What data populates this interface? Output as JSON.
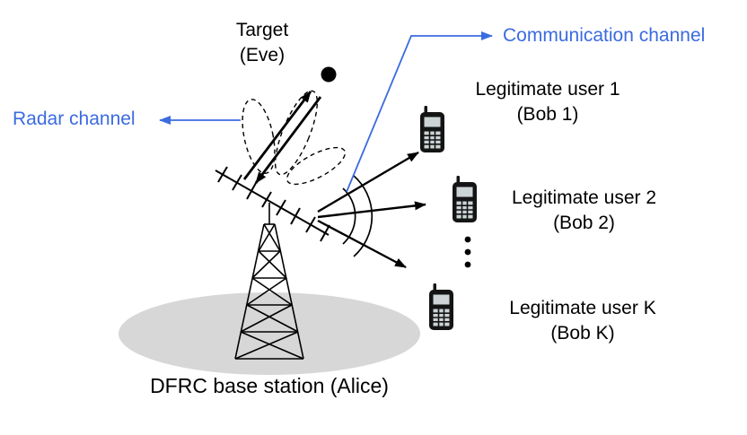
{
  "diagram": {
    "colors": {
      "channel_blue": "#3b6be0",
      "ink": "#000000",
      "ground": "#d7d7d7"
    },
    "target": {
      "line1": "Target",
      "line2": "(Eve)"
    },
    "channels": {
      "radar": "Radar channel",
      "communication": "Communication channel"
    },
    "users": [
      {
        "line1": "Legitimate user 1",
        "line2": "(Bob 1)"
      },
      {
        "line1": "Legitimate user 2",
        "line2": "(Bob 2)"
      },
      {
        "line1": "Legitimate user K",
        "line2": "(Bob K)"
      }
    ],
    "base_station": "DFRC base station (Alice)"
  }
}
